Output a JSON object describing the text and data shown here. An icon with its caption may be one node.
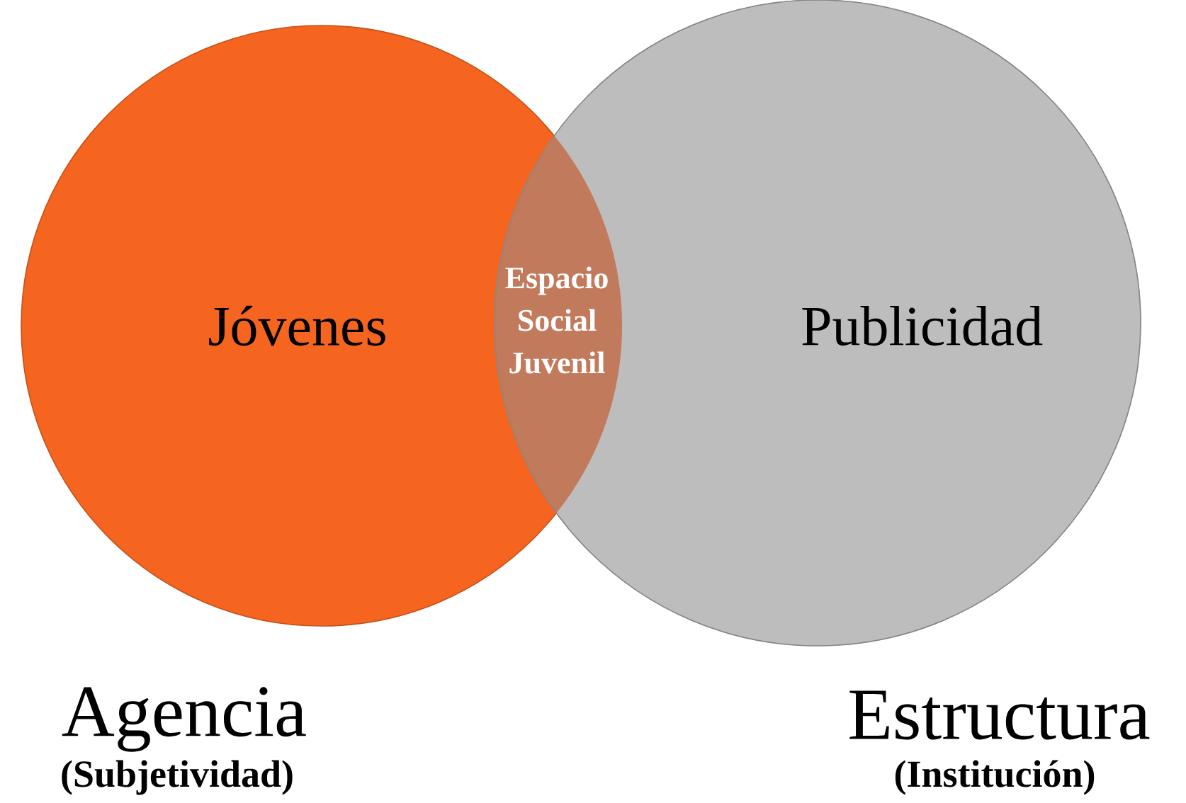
{
  "diagram": {
    "nodes": [
      {
        "text": [
          "Jóvenes"
        ]
      },
      {
        "text": [
          "Publicidad"
        ]
      },
      {
        "text": [
          "Espacio Social Juvenil"
        ]
      }
    ],
    "labels": [
      "Agencia",
      "(Subjetividad)",
      "Estructura",
      "(Institución)"
    ]
  }
}
